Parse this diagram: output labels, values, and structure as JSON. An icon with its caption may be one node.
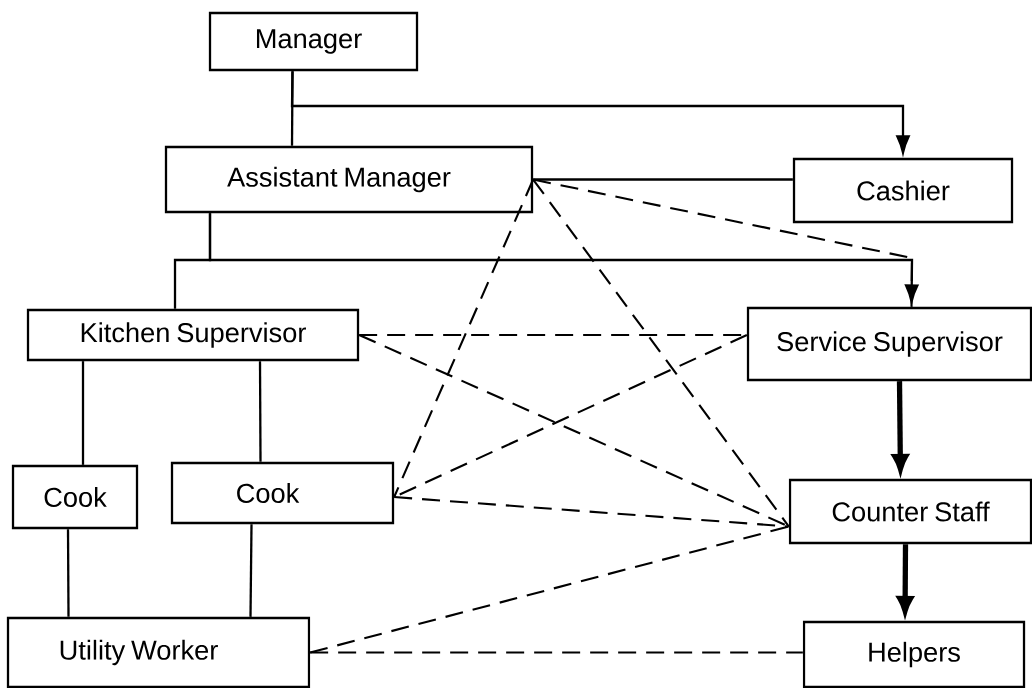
{
  "diagram": {
    "nodes": [
      {
        "text": [
          "Manager"
        ]
      },
      {
        "text": [
          "Assistant Manager"
        ]
      },
      {
        "text": [
          "Cashier"
        ]
      },
      {
        "text": [
          "Kitchen Supervisor"
        ]
      },
      {
        "text": [
          "Service Supervisor"
        ]
      },
      {
        "text": [
          "Cook"
        ]
      },
      {
        "text": [
          "Cook"
        ]
      },
      {
        "text": [
          "Counter Staff"
        ]
      },
      {
        "text": [
          "Utility Worker"
        ]
      },
      {
        "text": [
          "Helpers"
        ]
      }
    ],
    "edges": [
      {
        "from": 0,
        "to": 1,
        "arrow": "none"
      },
      {
        "from": 0,
        "to": 2,
        "arrow": "to"
      },
      {
        "from": 1,
        "to": 2,
        "arrow": "none"
      },
      {
        "from": 1,
        "to": 3,
        "arrow": "none"
      },
      {
        "from": 1,
        "to": 4,
        "arrow": "to"
      },
      {
        "from": 3,
        "to": 5,
        "arrow": "none"
      },
      {
        "from": 3,
        "to": 6,
        "arrow": "none"
      },
      {
        "from": 5,
        "to": 8,
        "arrow": "none"
      },
      {
        "from": 6,
        "to": 8,
        "arrow": "none"
      },
      {
        "from": 4,
        "to": 7,
        "arrow": "to",
        "style": "thick"
      },
      {
        "from": 7,
        "to": 9,
        "arrow": "to",
        "style": "thick"
      },
      {
        "from": 1,
        "to": 6,
        "arrow": "none",
        "style": "dashed"
      },
      {
        "from": 1,
        "to": 7,
        "arrow": "none",
        "style": "dashed"
      },
      {
        "from": 1,
        "to": 4,
        "arrow": "none",
        "style": "dashed"
      },
      {
        "from": 3,
        "to": 4,
        "arrow": "none",
        "style": "dashed"
      },
      {
        "from": 3,
        "to": 7,
        "arrow": "none",
        "style": "dashed"
      },
      {
        "from": 4,
        "to": 6,
        "arrow": "none",
        "style": "dashed"
      },
      {
        "from": 6,
        "to": 7,
        "arrow": "none",
        "style": "dashed"
      },
      {
        "from": 8,
        "to": 7,
        "arrow": "none",
        "style": "dashed"
      },
      {
        "from": 8,
        "to": 9,
        "arrow": "none",
        "style": "dashed"
      }
    ]
  }
}
